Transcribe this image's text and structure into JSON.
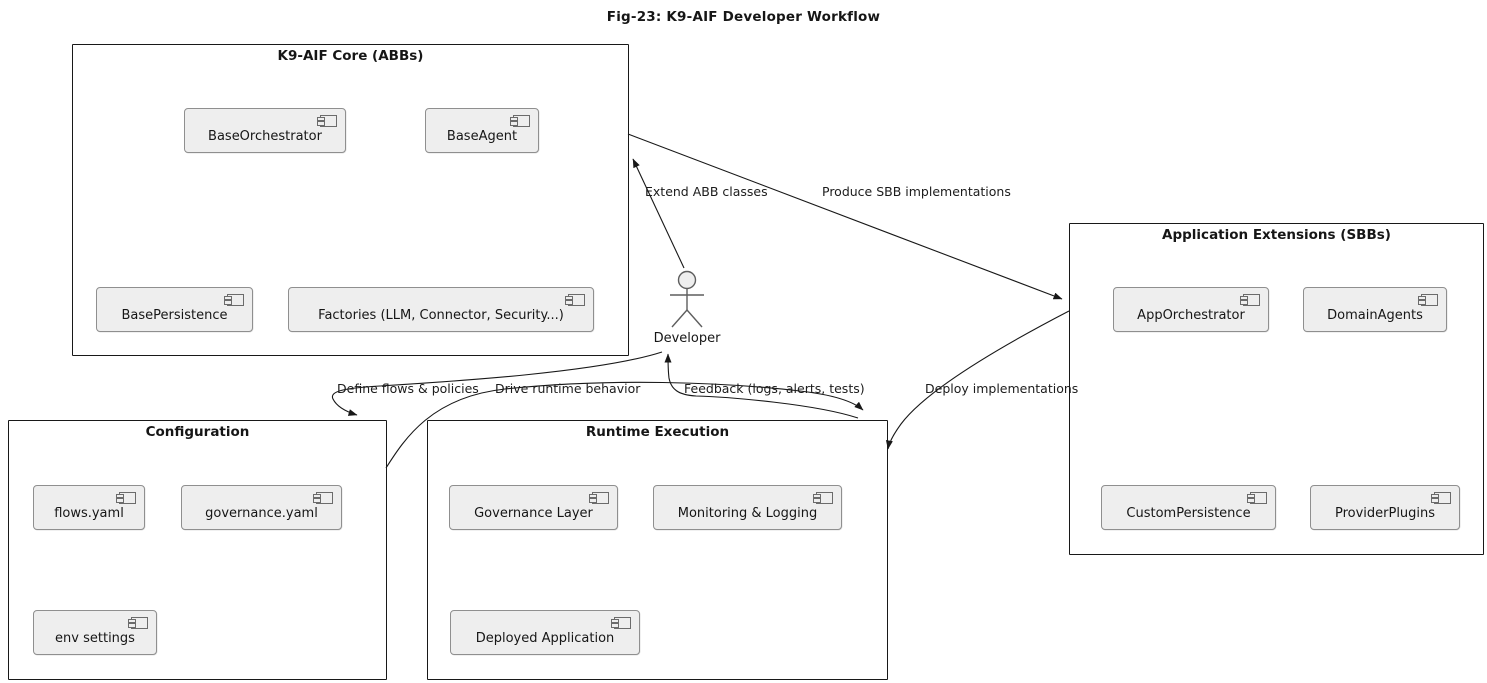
{
  "title": "Fig-23: K9-AIF Developer Workflow",
  "actor": {
    "label": "Developer"
  },
  "packages": {
    "core": {
      "title": "K9-AIF Core (ABBs)",
      "components": {
        "base_orchestrator": "BaseOrchestrator",
        "base_agent": "BaseAgent",
        "base_persistence": "BasePersistence",
        "factories": "Factories (LLM, Connector, Security...)"
      }
    },
    "extensions": {
      "title": "Application Extensions (SBBs)",
      "components": {
        "app_orchestrator": "AppOrchestrator",
        "domain_agents": "DomainAgents",
        "custom_persistence": "CustomPersistence",
        "provider_plugins": "ProviderPlugins"
      }
    },
    "configuration": {
      "title": "Configuration",
      "components": {
        "flows_yaml": "flows.yaml",
        "governance_yaml": "governance.yaml",
        "env_settings": "env settings"
      }
    },
    "runtime": {
      "title": "Runtime Execution",
      "components": {
        "governance_layer": "Governance Layer",
        "monitoring_logging": "Monitoring & Logging",
        "deployed_application": "Deployed Application"
      }
    }
  },
  "edges": {
    "extend": "Extend ABB classes",
    "produce": "Produce SBB implementations",
    "define": "Define flows & policies",
    "drive": "Drive runtime behavior",
    "feedback": "Feedback (logs, alerts, tests)",
    "deploy": "Deploy implementations"
  },
  "colors": {
    "package_border": "#181818",
    "component_fill": "#eeeeee",
    "component_border": "#8f8f8f",
    "edge": "#181818",
    "actor_stroke": "#5e5e5e",
    "background": "#ffffff"
  }
}
